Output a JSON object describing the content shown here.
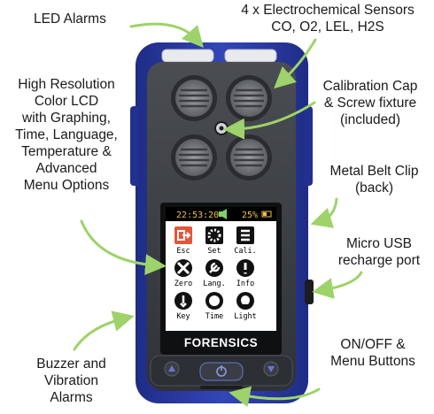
{
  "callouts": {
    "led_alarms": "LED Alarms",
    "sensors": [
      "4 x Electrochemical Sensors",
      "CO, O2, LEL, H2S"
    ],
    "lcd": [
      "High Resolution",
      "Color LCD",
      "with Graphing,",
      "Time, Language,",
      "Temperature &",
      "Advanced",
      "Menu Options"
    ],
    "calibration": [
      "Calibration Cap",
      "& Screw fixture",
      "(included)"
    ],
    "belt_clip": [
      "Metal Belt Clip",
      "(back)"
    ],
    "usb": [
      "Micro USB",
      "recharge port"
    ],
    "buzzer": [
      "Buzzer and",
      "Vibration",
      "Alarms"
    ],
    "onoff": [
      "ON/OFF &",
      "Menu Buttons"
    ]
  },
  "screen": {
    "time": "22:53:20",
    "battery": "25%",
    "menu": [
      {
        "label": "Esc",
        "icon": "exit-icon"
      },
      {
        "label": "Set",
        "icon": "gears-icon"
      },
      {
        "label": "Cali.",
        "icon": "list-icon"
      },
      {
        "label": "Zero",
        "icon": "tools-icon"
      },
      {
        "label": "Lang.",
        "icon": "wrench-icon"
      },
      {
        "label": "Info",
        "icon": "exclamation-icon"
      },
      {
        "label": "Key",
        "icon": "key-icon"
      },
      {
        "label": "Time",
        "icon": "clock-icon"
      },
      {
        "label": "Light",
        "icon": "bulb-icon"
      }
    ]
  },
  "brand": "FORENSICS",
  "colors": {
    "body_blue": "#2a3a9e",
    "faceplate": "#3a3d42",
    "callout_arrow": "#9dd36a",
    "esc_tile": "#e4563a",
    "screen_bg": "#ffffff"
  }
}
